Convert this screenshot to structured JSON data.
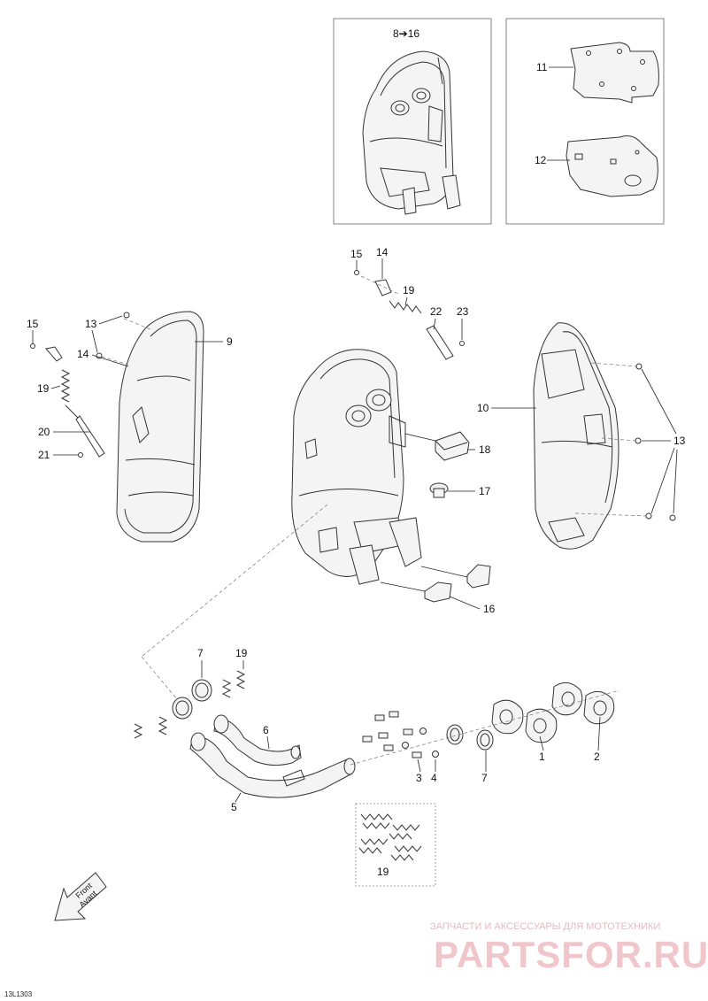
{
  "inset_top_left": {
    "label": "8➔16"
  },
  "inset_top_right": {
    "labels": [
      "11",
      "12"
    ]
  },
  "callouts": {
    "c1": "1",
    "c2": "2",
    "c3": "3",
    "c4": "4",
    "c5": "5",
    "c6": "6",
    "c7a": "7",
    "c7b": "7",
    "c9": "9",
    "c10": "10",
    "c13a": "13",
    "c13b": "13",
    "c14a": "14",
    "c14b": "14",
    "c15a": "15",
    "c15b": "15",
    "c16": "16",
    "c17": "17",
    "c18": "18",
    "c19a": "19",
    "c19b": "19",
    "c19c": "19",
    "c19d": "19",
    "c20": "20",
    "c21": "21",
    "c22": "22",
    "c23": "23"
  },
  "front_arrow": {
    "line1": "Front",
    "line2": "Avant"
  },
  "watermark": {
    "tagline": "ЗАПЧАСТИ И АКСЕССУАРЫ ДЛЯ МОТОТЕХНИКИ",
    "brand": "PARTSFOR.RU"
  },
  "drawing_code": "13L1303"
}
